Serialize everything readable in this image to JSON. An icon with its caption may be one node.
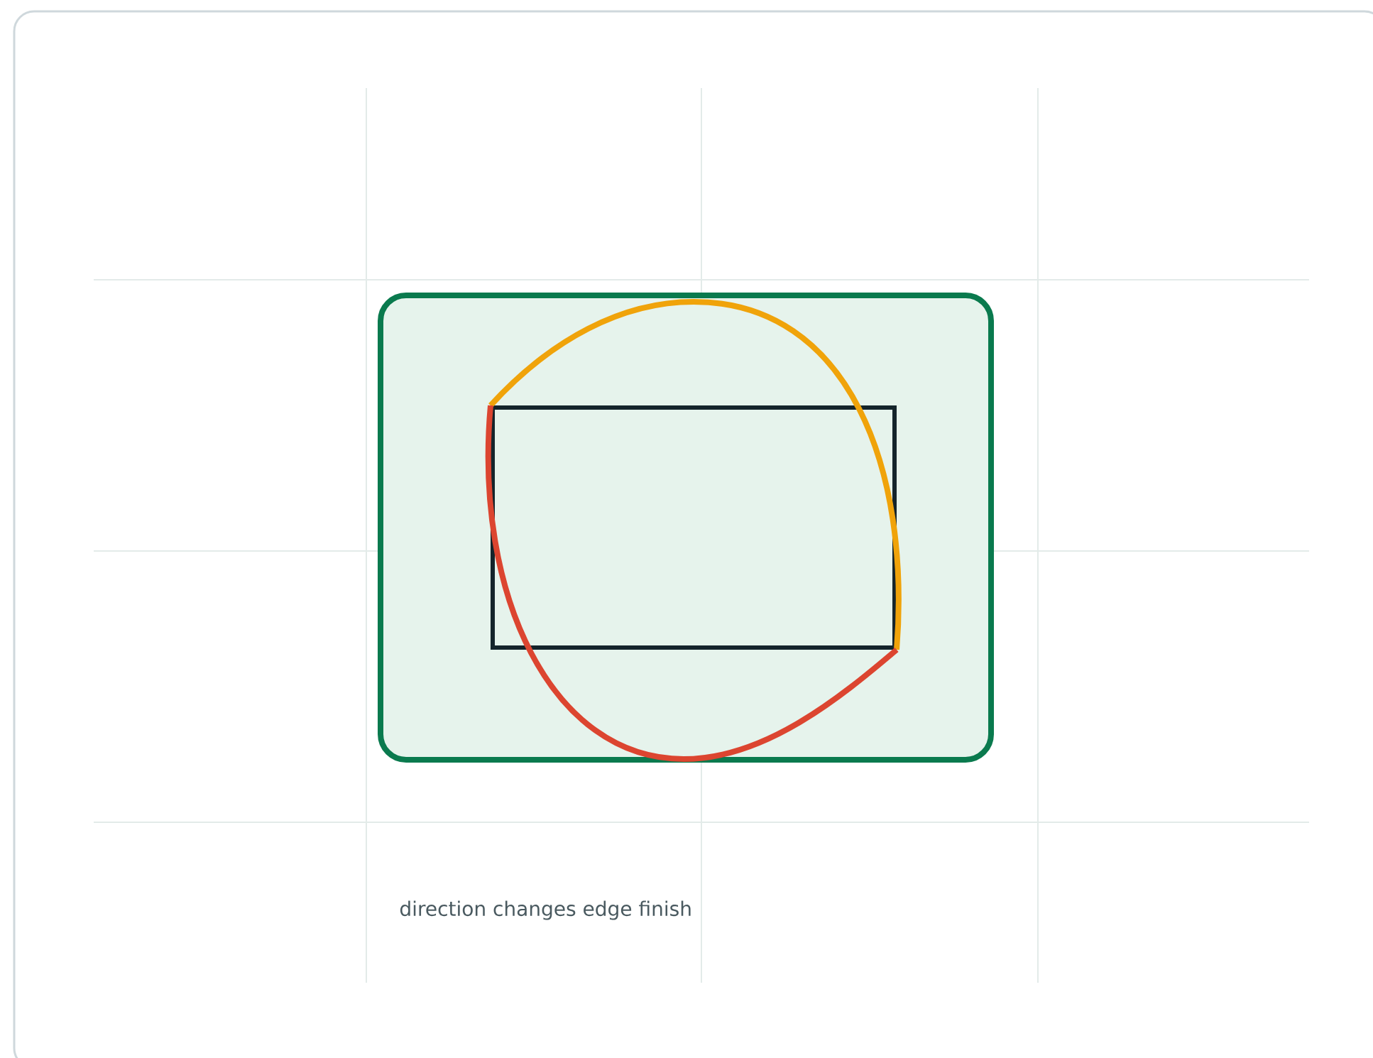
{
  "diagram": {
    "nodes": [
      {
        "text": [],
        "shape": "box"
      },
      {
        "text": [],
        "shape": "box",
        "in": 0
      }
    ],
    "edges": [
      {
        "from": 1,
        "to": 1,
        "arrow": "none",
        "color": "#f0a30a"
      },
      {
        "from": 1,
        "to": 1,
        "arrow": "none",
        "color": "#dc4530"
      }
    ],
    "labels": [
      "direction changes edge finish"
    ]
  }
}
